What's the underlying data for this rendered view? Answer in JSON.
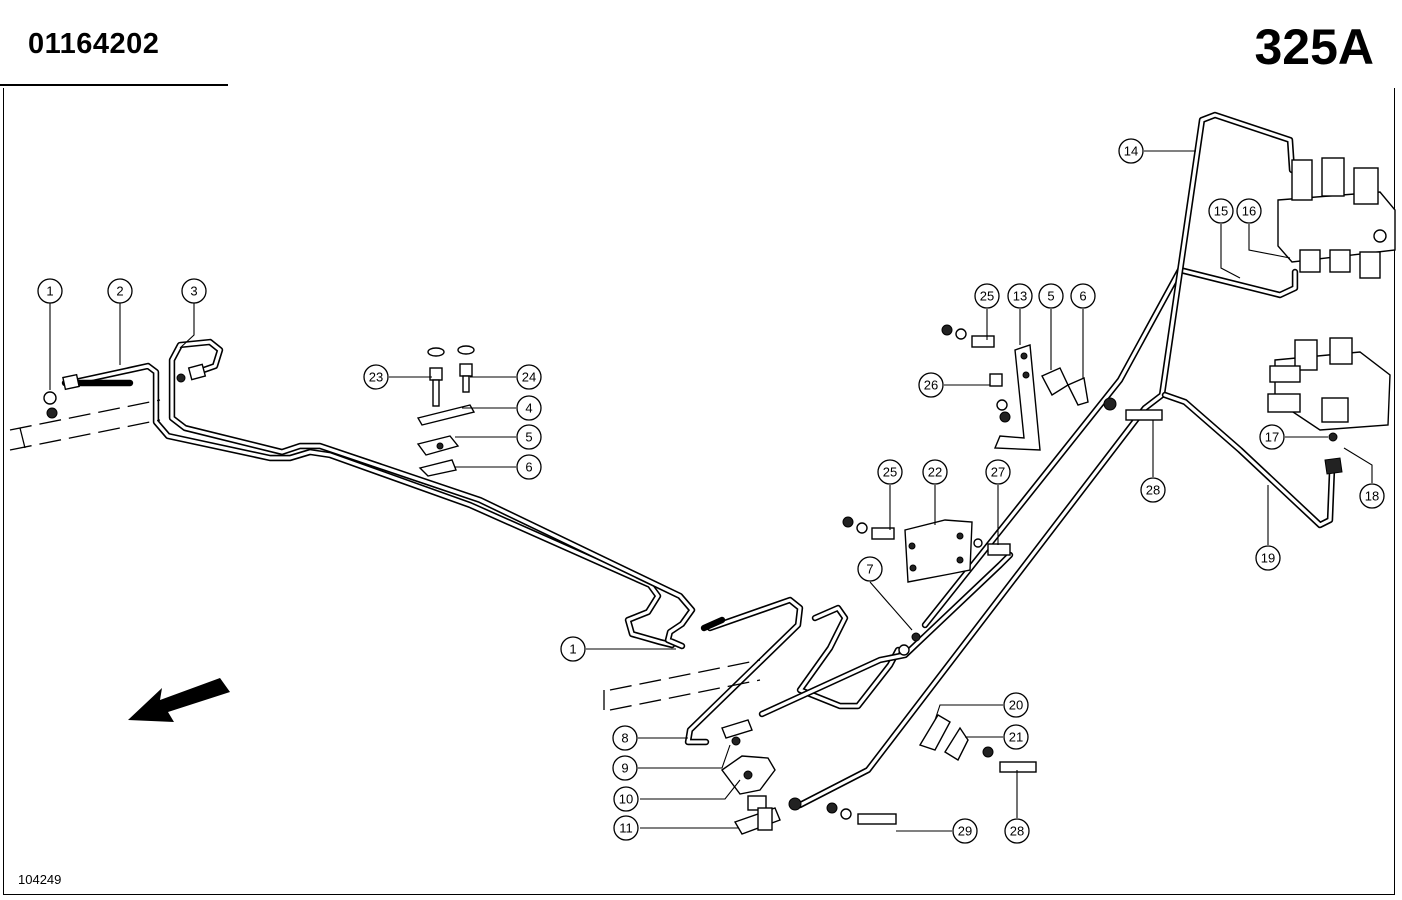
{
  "header": {
    "part_code": "01164202",
    "page_number": "325A"
  },
  "footer": {
    "figure_ref": "104249"
  },
  "callouts": [
    {
      "id": "c1a",
      "label": "1"
    },
    {
      "id": "c2",
      "label": "2"
    },
    {
      "id": "c3",
      "label": "3"
    },
    {
      "id": "c23",
      "label": "23"
    },
    {
      "id": "c24",
      "label": "24"
    },
    {
      "id": "c4",
      "label": "4"
    },
    {
      "id": "c5a",
      "label": "5"
    },
    {
      "id": "c6a",
      "label": "6"
    },
    {
      "id": "c25a",
      "label": "25"
    },
    {
      "id": "c13",
      "label": "13"
    },
    {
      "id": "c5b",
      "label": "5"
    },
    {
      "id": "c6b",
      "label": "6"
    },
    {
      "id": "c26",
      "label": "26"
    },
    {
      "id": "c14",
      "label": "14"
    },
    {
      "id": "c15",
      "label": "15"
    },
    {
      "id": "c16",
      "label": "16"
    },
    {
      "id": "c28a",
      "label": "28"
    },
    {
      "id": "c17",
      "label": "17"
    },
    {
      "id": "c18",
      "label": "18"
    },
    {
      "id": "c19",
      "label": "19"
    },
    {
      "id": "c25b",
      "label": "25"
    },
    {
      "id": "c22",
      "label": "22"
    },
    {
      "id": "c27",
      "label": "27"
    },
    {
      "id": "c7",
      "label": "7"
    },
    {
      "id": "c1b",
      "label": "1"
    },
    {
      "id": "c8",
      "label": "8"
    },
    {
      "id": "c9",
      "label": "9"
    },
    {
      "id": "c10",
      "label": "10"
    },
    {
      "id": "c11",
      "label": "11"
    },
    {
      "id": "c20",
      "label": "20"
    },
    {
      "id": "c21",
      "label": "21"
    },
    {
      "id": "c28b",
      "label": "28"
    },
    {
      "id": "c29",
      "label": "29"
    }
  ]
}
